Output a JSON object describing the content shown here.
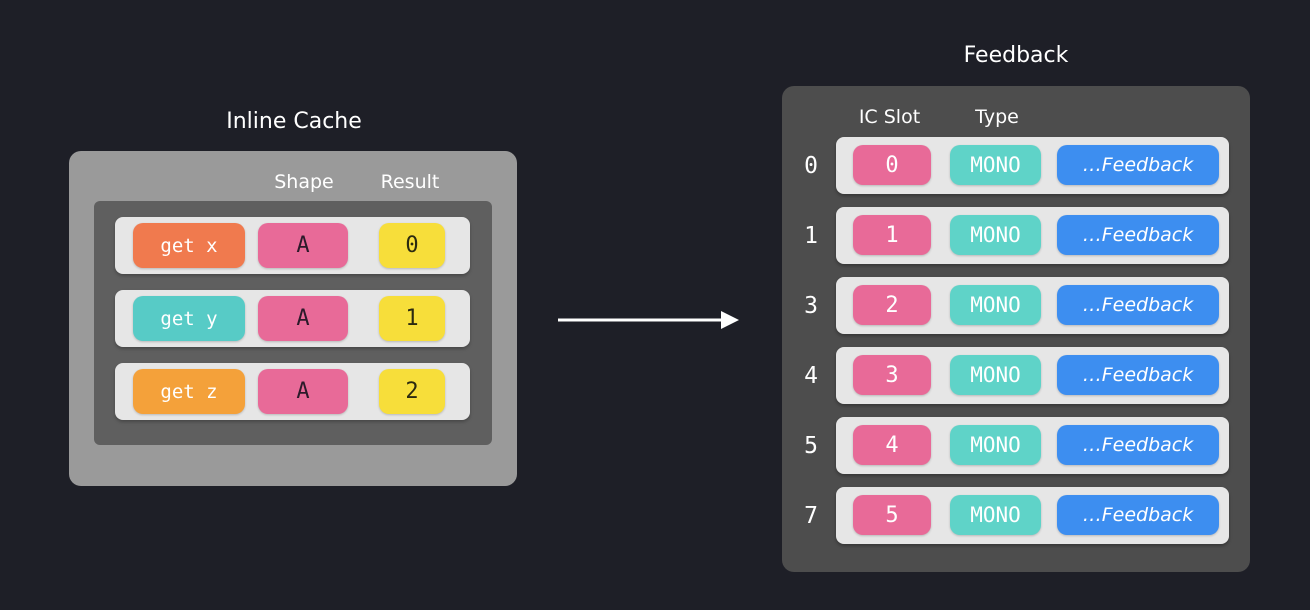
{
  "inline_cache": {
    "title": "Inline Cache",
    "headers": {
      "shape": "Shape",
      "result": "Result"
    },
    "rows": [
      {
        "op": "get x",
        "shape": "A",
        "result": "0",
        "op_color": "#f07a4e"
      },
      {
        "op": "get y",
        "shape": "A",
        "result": "1",
        "op_color": "#57cbc6"
      },
      {
        "op": "get z",
        "shape": "A",
        "result": "2",
        "op_color": "#f4a13a"
      }
    ]
  },
  "feedback": {
    "title": "Feedback",
    "headers": {
      "ic_slot": "IC Slot",
      "type": "Type"
    },
    "rows": [
      {
        "index": "0",
        "slot": "0",
        "type": "MONO",
        "feedback": "…Feedback"
      },
      {
        "index": "1",
        "slot": "1",
        "type": "MONO",
        "feedback": "…Feedback"
      },
      {
        "index": "3",
        "slot": "2",
        "type": "MONO",
        "feedback": "…Feedback"
      },
      {
        "index": "4",
        "slot": "3",
        "type": "MONO",
        "feedback": "…Feedback"
      },
      {
        "index": "5",
        "slot": "4",
        "type": "MONO",
        "feedback": "…Feedback"
      },
      {
        "index": "7",
        "slot": "5",
        "type": "MONO",
        "feedback": "…Feedback"
      }
    ]
  },
  "colors": {
    "background": "#1e1f27",
    "shape_chip": "#e86a98",
    "result_chip": "#f7de3a",
    "slot_chip": "#e86a98",
    "type_chip": "#5fd3c8",
    "feedback_chip": "#3d8ef0"
  }
}
